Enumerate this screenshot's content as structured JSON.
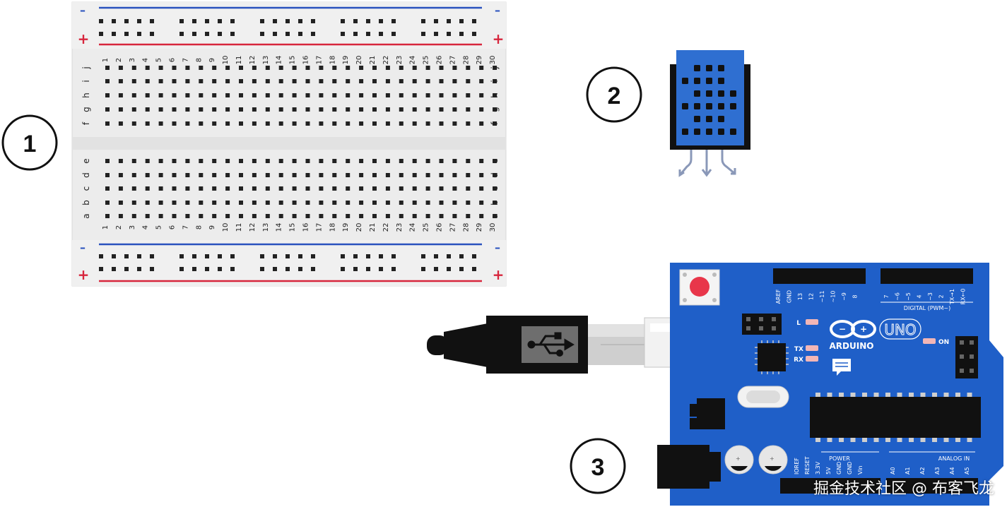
{
  "callouts": [
    "1",
    "2",
    "3"
  ],
  "breadboard": {
    "row_letters_top": [
      "j",
      "i",
      "h",
      "g",
      "f"
    ],
    "row_letters_bottom": [
      "e",
      "d",
      "c",
      "b",
      "a"
    ],
    "rail_plus": "+",
    "rail_minus": "–",
    "columns": 30
  },
  "arduino": {
    "brand": "ARDUINO",
    "model": "UNO",
    "digital_label": "DIGITAL (PWM~)",
    "analog_label": "ANALOG IN",
    "power_label": "POWER",
    "on_label": "ON",
    "led_labels": [
      "L",
      "TX",
      "RX"
    ],
    "top_pins_left": [
      "AREF",
      "GND",
      "13",
      "12",
      "~11",
      "~10",
      "~9",
      "8"
    ],
    "top_pins_right": [
      "7",
      "~6",
      "~5",
      "4",
      "~3",
      "2",
      "TX→1",
      "RX←0"
    ],
    "power_pins": [
      "IOREF",
      "RESET",
      "3.3V",
      "5V",
      "GND",
      "GND",
      "Vin"
    ],
    "analog_pins": [
      "A0",
      "A1",
      "A2",
      "A3",
      "A4",
      "A5"
    ]
  },
  "usb_icon": "usb-icon",
  "colors": {
    "pcb_blue": "#1f5fc8",
    "sensor_blue": "#2f6fd1",
    "rail_red": "#d7263d",
    "rail_blue": "#2a52be",
    "reset_red": "#e8364a"
  },
  "watermark": "掘金技术社区 @ 布客飞龙"
}
